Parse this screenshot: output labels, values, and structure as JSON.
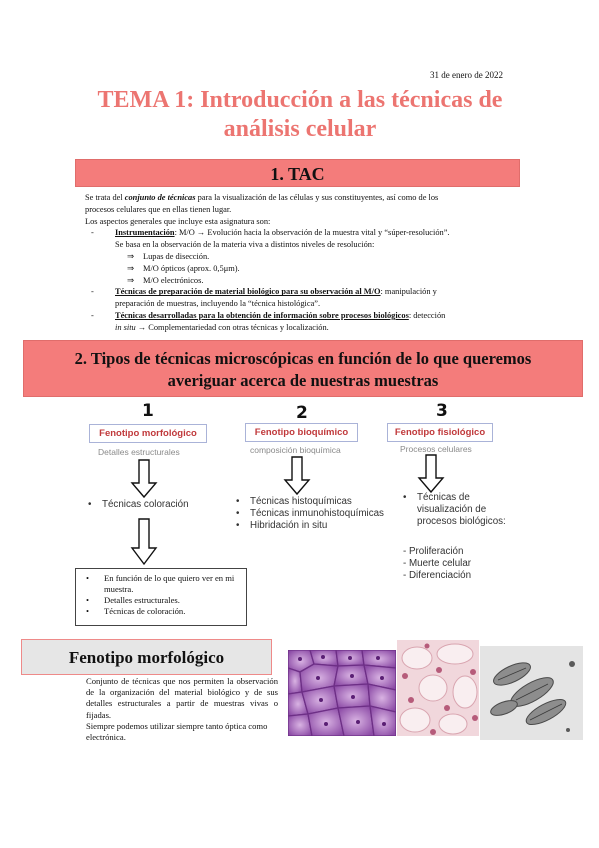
{
  "header": {
    "date": "31 de enero de 2022",
    "title_line1": "TEMA 1: Introducción a las técnicas de",
    "title_line2": "análisis celular"
  },
  "section1": {
    "heading": "1. TAC",
    "intro_prefix": "Se trata del ",
    "intro_bold": "conjunto de técnicas",
    "intro_rest1": " para la visualización de las células y sus constituyentes, así como de los",
    "intro_rest2": "procesos celulares que en ellas tienen lugar.",
    "aspects_intro": "Los aspectos generales que incluye esta asignatura son:",
    "dash": "-",
    "item1_bold": "Instrumentación",
    "item1_rest": ": M/O → Evolución hacia la observación de la muestra vital y “súper-resolución”.",
    "item1_sub": "Se basa en la observación de la materia viva a distintos niveles de resolución:",
    "arrow": "⇒",
    "item1_arrows": [
      "Lupas de disección.",
      "M/O ópticos (aprox. 0,5μm).",
      "M/O electrónicos."
    ],
    "item2_bold": "Técnicas de preparación de material biológico para su observación al M/O",
    "item2_rest1": ": manipulación y",
    "item2_rest2": "preparación de muestras, incluyendo la “técnica histológica”.",
    "item3_bold": "Técnicas desarrolladas para la obtención de información sobre procesos biológicos",
    "item3_rest1": ": detección",
    "item3_italic": "in situ",
    "item3_rest2": " → Complementariedad con otras técnicas y localización."
  },
  "section2": {
    "heading_line1": "2. Tipos de técnicas microscópicas en función de lo que queremos",
    "heading_line2": "averiguar acerca de nuestras muestras"
  },
  "diagram": {
    "columns": [
      {
        "number": "1",
        "label": "Fenotipo morfológico",
        "caption": "Detalles estructurales",
        "items": [
          "Técnicas coloración"
        ]
      },
      {
        "number": "2",
        "label": "Fenotipo bioquímico",
        "caption": "composición bioquímica",
        "items": [
          "Técnicas histoquímicas",
          "Técnicas inmunohistoquímicas",
          "Hibridación in situ"
        ]
      },
      {
        "number": "3",
        "label": "Fenotipo fisiológico",
        "caption": "Procesos celulares",
        "items": [
          "Técnicas de",
          "visualización de",
          "procesos biológicos:"
        ],
        "subitems": [
          "- Proliferación",
          "- Muerte celular",
          "- Diferenciación"
        ]
      }
    ],
    "box_items": [
      "En función de lo que quiero ver en mi muestra.",
      "Detalles estructurales.",
      "Técnicas de coloración."
    ]
  },
  "section3": {
    "heading": "Fenotipo morfológico",
    "p1": "Conjunto de técnicas que nos permiten la observación de la organización del material biológico y de sus detalles estructurales a partir de muestras vivas o fijadas.",
    "p2": "Siempre podemos utilizar siempre tanto óptica como electrónica."
  },
  "colors": {
    "title": "#ec7571",
    "band": "#f47c7b",
    "label_red": "#c0393b",
    "label_border": "#aab3d8"
  }
}
